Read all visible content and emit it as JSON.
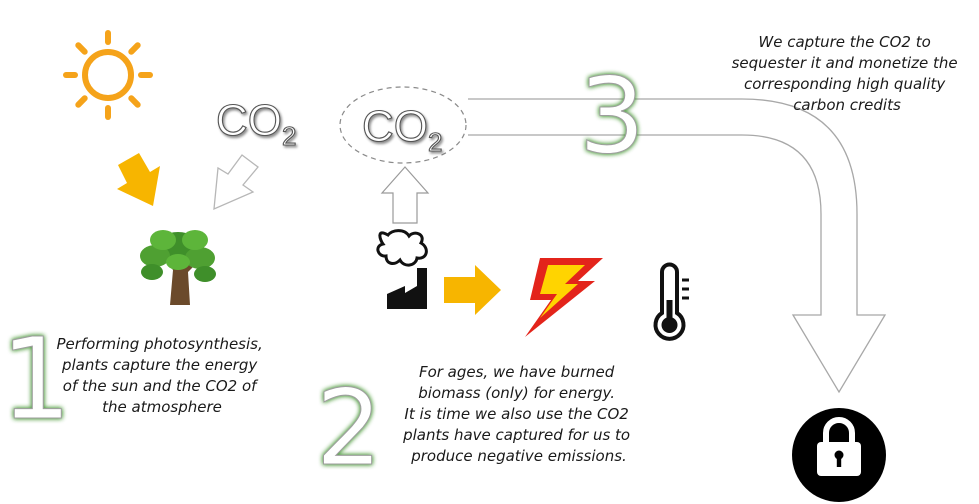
{
  "co2_left": {
    "main": "CO",
    "sub": "2"
  },
  "co2_center": {
    "main": "CO",
    "sub": "2"
  },
  "steps": [
    {
      "number": "1",
      "text_lines": [
        "Performing photosynthesis,",
        "plants capture the energy",
        "of the sun and the CO2 of",
        "the atmosphere"
      ]
    },
    {
      "number": "2",
      "text_lines": [
        "For ages, we have burned",
        "biomass (only) for energy.",
        "It is time we also use the CO2",
        "plants have captured for us to",
        "produce negative emissions."
      ]
    },
    {
      "number": "3",
      "text_lines": [
        "We capture the CO2 to",
        "sequester it and monetize the",
        "corresponding high quality",
        "carbon credits"
      ]
    }
  ],
  "icons": [
    "sun-icon",
    "tree-icon",
    "factory-icon",
    "lightning-icon",
    "thermometer-icon",
    "lock-icon"
  ],
  "colors": {
    "sun": "#f5a31a",
    "arrow_orange": "#f7b500",
    "bolt_red": "#e3241b",
    "bolt_yellow": "#ffd400",
    "number_glow": "#4c9a3c",
    "tree_green": "#3f8f2a"
  }
}
